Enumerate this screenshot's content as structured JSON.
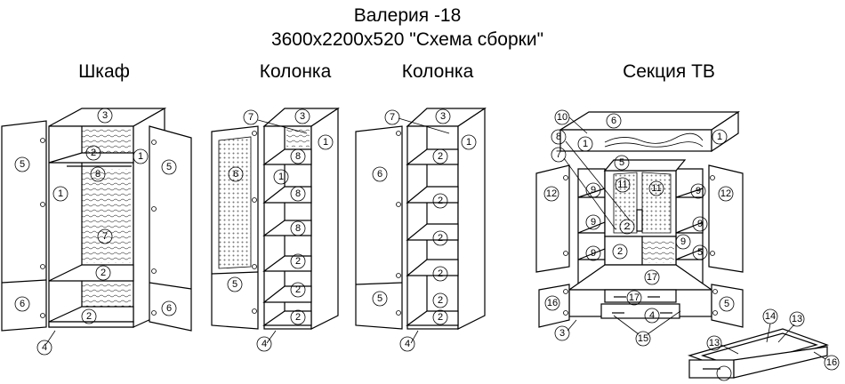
{
  "header": {
    "title": "Валерия  -18",
    "subtitle": "3600x2200x520 \"Схема сборки\""
  },
  "sections": [
    {
      "title": "Шкаф"
    },
    {
      "title": "Колонка"
    },
    {
      "title": "Колонка"
    },
    {
      "title": "Секция ТВ"
    }
  ],
  "labels": {
    "wardrobe": [
      "3",
      "1",
      "2",
      "8",
      "1",
      "7",
      "2",
      "2",
      "5",
      "5",
      "6",
      "6",
      "4"
    ],
    "column1": [
      "7",
      "3",
      "1",
      "6",
      "8",
      "1",
      "8",
      "8",
      "5",
      "2",
      "2",
      "2",
      "4"
    ],
    "column2": [
      "7",
      "3",
      "1",
      "6",
      "2",
      "2",
      "2",
      "2",
      "5",
      "2",
      "2",
      "4"
    ],
    "tv": [
      "10",
      "6",
      "1",
      "1",
      "8",
      "7",
      "5",
      "12",
      "9",
      "11",
      "11",
      "9",
      "12",
      "9",
      "9",
      "2",
      "2",
      "9",
      "9",
      "5",
      "17",
      "16",
      "17",
      "5",
      "4",
      "3",
      "15",
      "14",
      "13",
      "13",
      "16"
    ]
  },
  "colors": {
    "line": "#000000",
    "background": "#ffffff"
  }
}
